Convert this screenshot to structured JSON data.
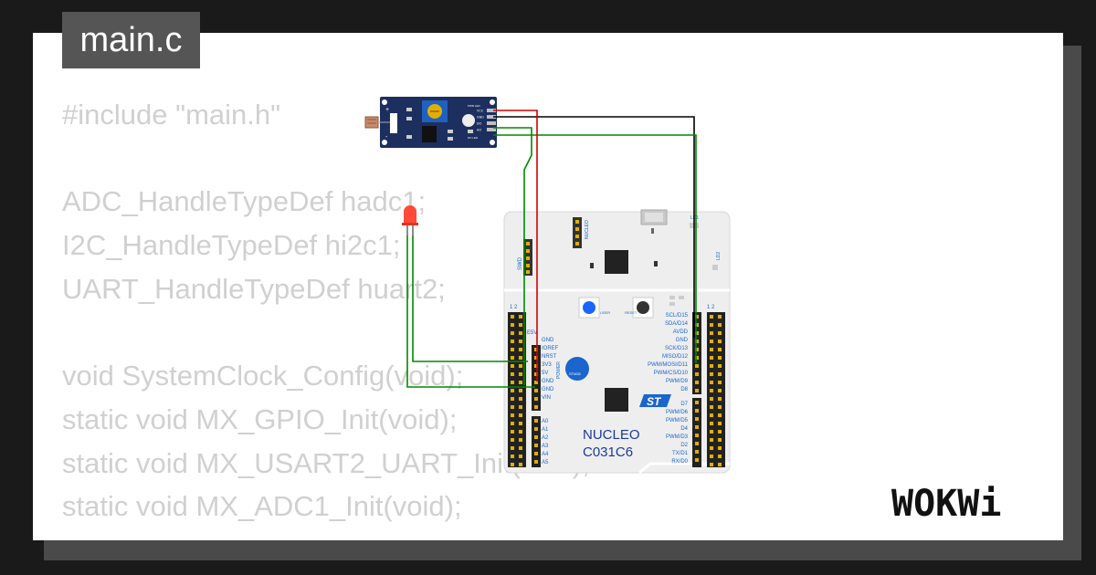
{
  "tab": {
    "title": "main.c"
  },
  "code_lines": [
    "#include \"main.h\"",
    "",
    "ADC_HandleTypeDef hadc1;",
    "I2C_HandleTypeDef hi2c1;",
    "UART_HandleTypeDef huart2;",
    "",
    "void SystemClock_Config(void);",
    "static void MX_GPIO_Init(void);",
    "static void MX_USART2_UART_Init(void);",
    "static void MX_ADC1_Init(void);"
  ],
  "board": {
    "name_line1": "NUCLEO",
    "name_line2": "C031C6",
    "swd_label": "SWD",
    "left_header_title": "E5V",
    "left_pins": [
      "GND",
      "IOREF",
      "NRST",
      "3V3",
      "5V",
      "GND",
      "GND",
      "VIN"
    ],
    "analog_pins": [
      "A0",
      "A1",
      "A2",
      "A3",
      "A4",
      "A5"
    ],
    "right_pins_top": [
      "SCL/D15",
      "SDA/D14",
      "AVDD",
      "GND",
      "SCK/D13",
      "MISO/D12",
      "PWM/MOSI/D11",
      "PWM/CS/D10",
      "PWM/D9",
      "D8"
    ],
    "right_pins_bottom": [
      "D7",
      "PWM/D6",
      "PWM/D5",
      "D4",
      "PWM/D3",
      "D2",
      "TX/D1",
      "RX/D0"
    ],
    "header_numbers": "1 2",
    "user_label": "USER",
    "reset_label": "RESET",
    "chip_label": "STM32"
  },
  "sensor_module": {
    "pin_labels": [
      "VCC",
      "GND",
      "DO",
      "AO"
    ],
    "led_labels": [
      "PWR LED",
      "DO LED"
    ]
  },
  "brand": {
    "logo_text": "WOKWi"
  },
  "colors": {
    "background": "#1a1a1a",
    "card": "#ffffff",
    "tab": "#555555",
    "code_text": "#d0d0d0",
    "wire_red": "#d40000",
    "wire_black": "#000000",
    "wire_green": "#008800",
    "module_pcb": "#1c2f5e",
    "board_label_blue": "#1a3a9c"
  },
  "icons": {
    "logo": "wokwi-logo",
    "led": "red-led-icon",
    "photoresistor": "ldr-icon"
  }
}
